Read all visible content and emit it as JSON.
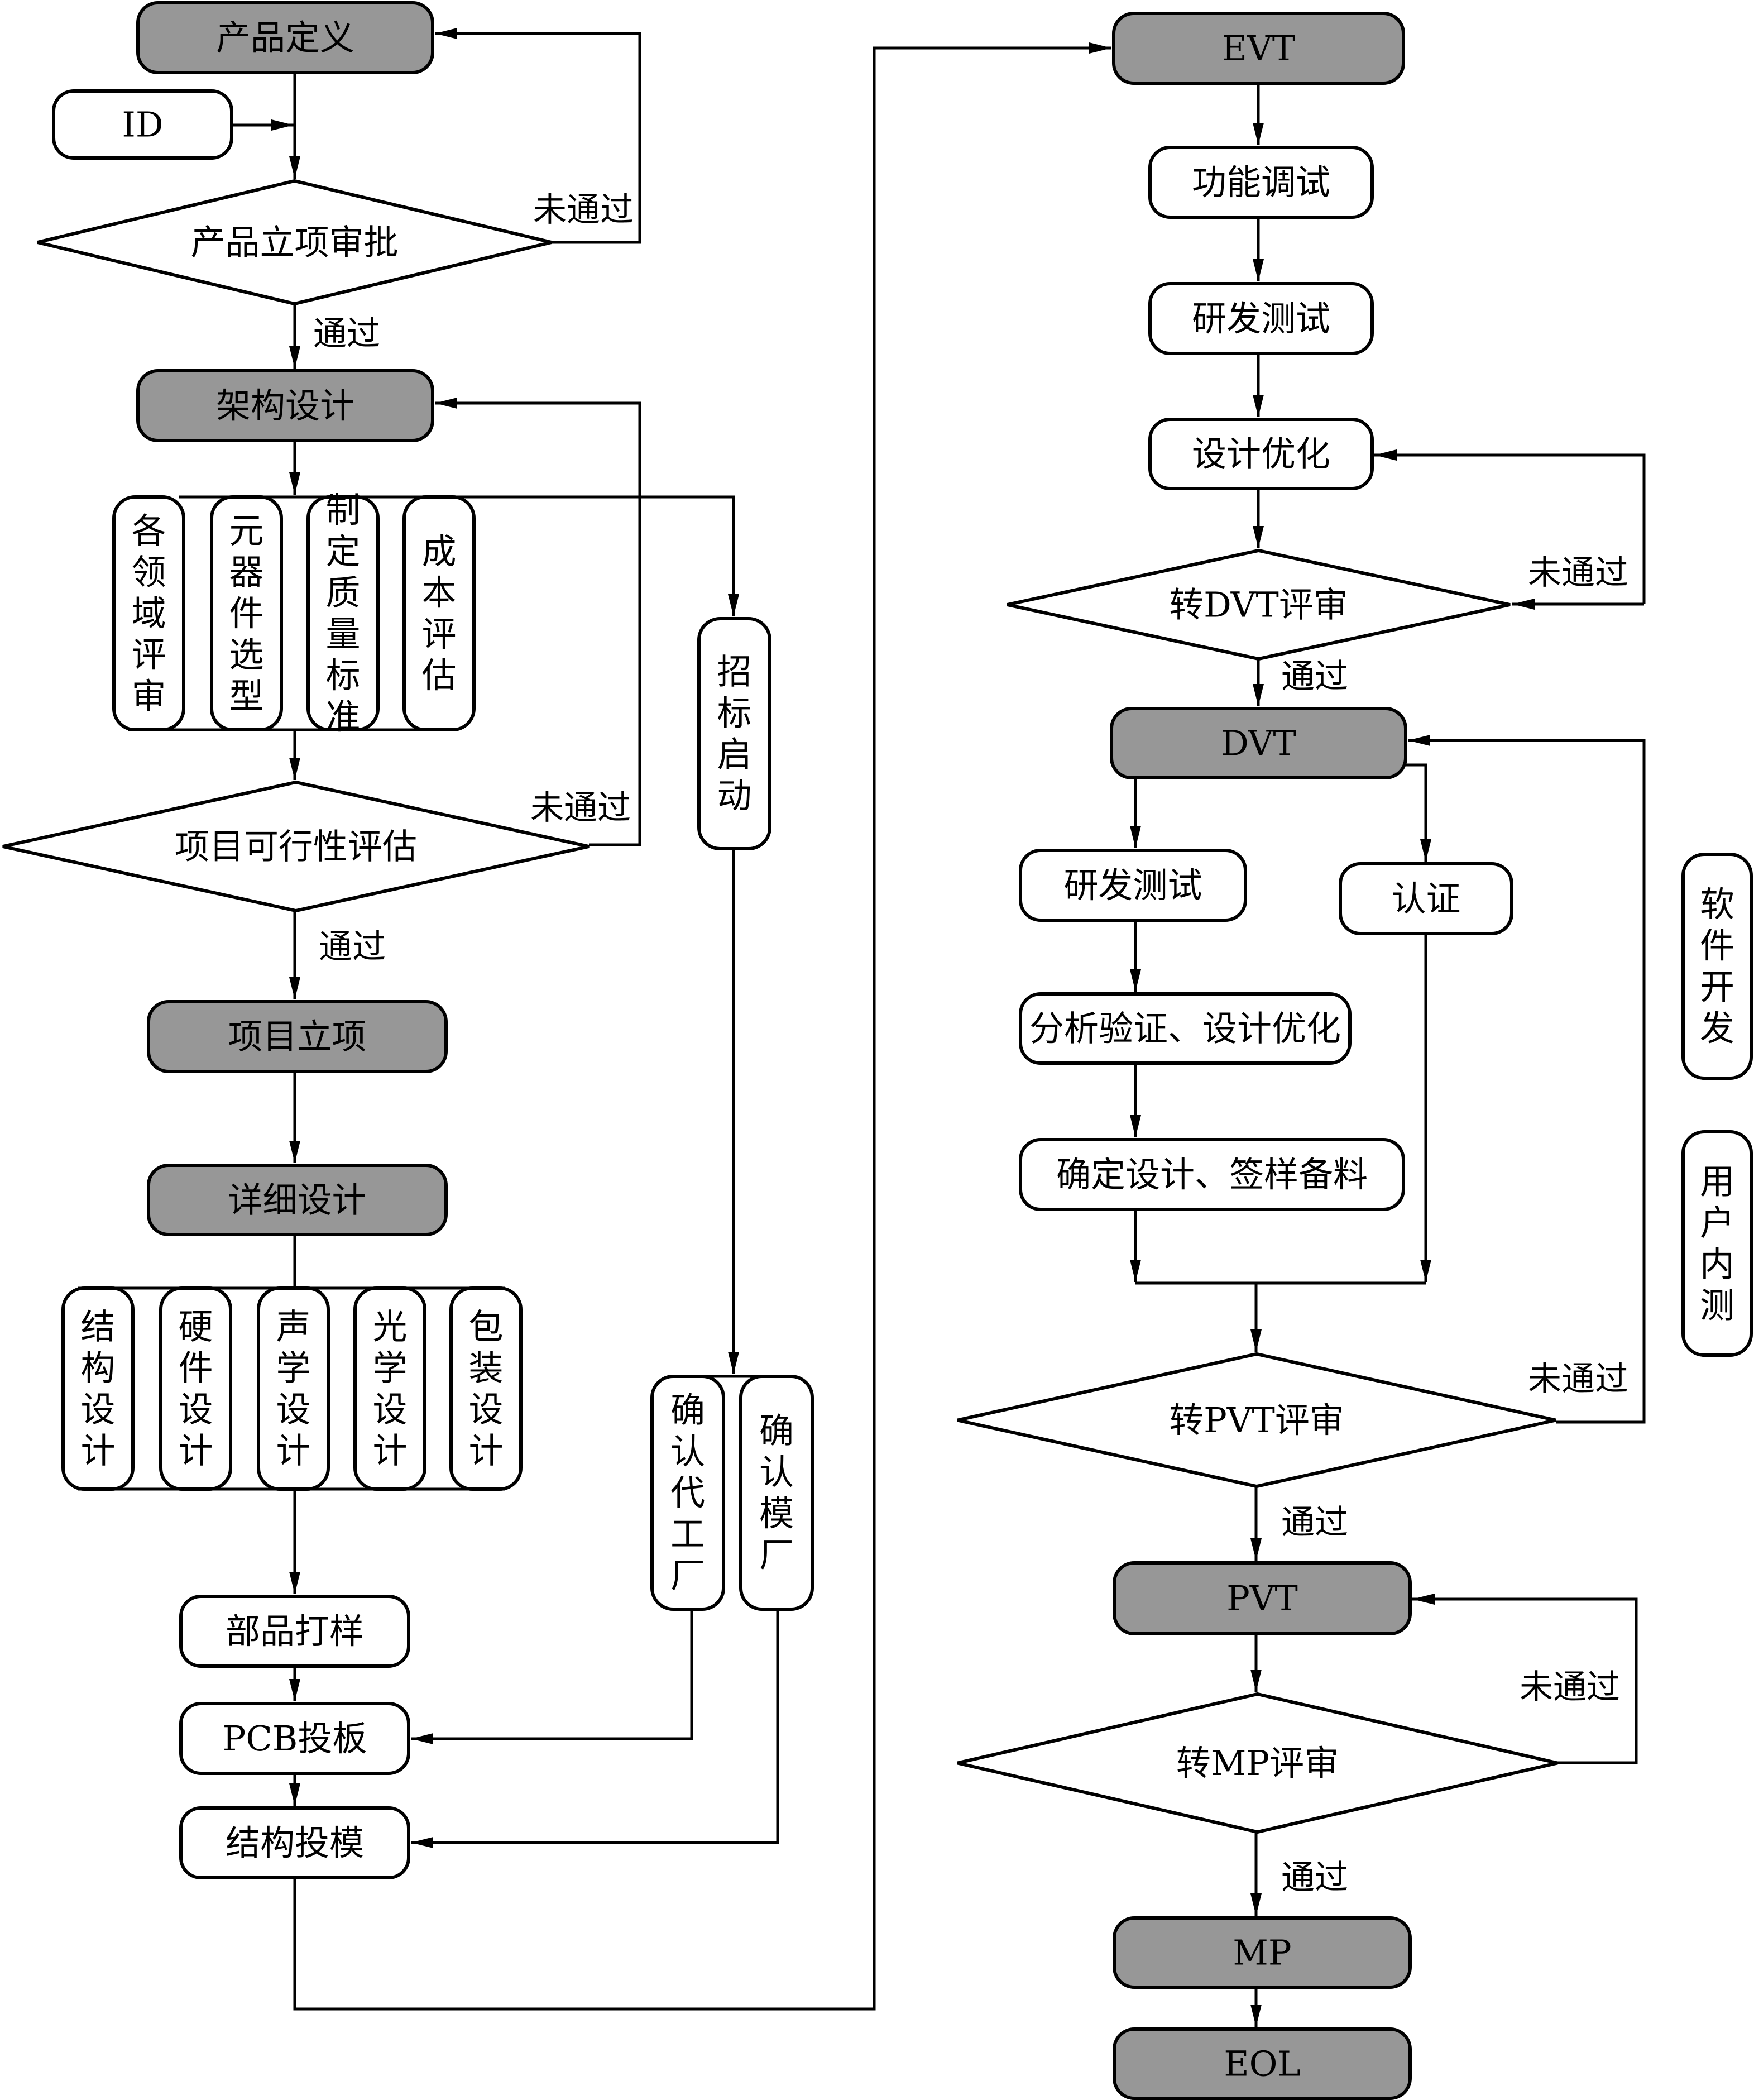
{
  "diagram": {
    "type": "flowchart",
    "nodes": {
      "product_definition": "产品定义",
      "id": "ID",
      "product_approval": "产品立项审批",
      "architecture_design": "架构设计",
      "arch_sub": [
        "各领域评审",
        "元器件选型",
        "制定质量标准",
        "成本评估"
      ],
      "tender_start": "招标启动",
      "feasibility": "项目可行性评估",
      "project_setup": "项目立项",
      "detailed_design": "详细设计",
      "detail_sub": [
        "结构设计",
        "硬件设计",
        "声学设计",
        "光学设计",
        "包装设计"
      ],
      "confirm_oem": "确认代工厂",
      "confirm_mold": "确认模厂",
      "part_sample": "部品打样",
      "pcb": "PCB投板",
      "mold": "结构投模",
      "evt": "EVT",
      "function_debug": "功能调试",
      "rd_test_evt": "研发测试",
      "design_opt": "设计优化",
      "to_dvt_review": "转DVT评审",
      "dvt": "DVT",
      "rd_test_dvt": "研发测试",
      "certification": "认证",
      "analysis": "分析验证、设计优化",
      "finalize": "确定设计、签样备料",
      "to_pvt_review": "转PVT评审",
      "pvt": "PVT",
      "to_mp_review": "转MP评审",
      "mp": "MP",
      "eol": "EOL",
      "software_dev": "软件开发",
      "user_test": "用户内测"
    },
    "edge_labels": {
      "pass": "通过",
      "fail": "未通过"
    },
    "colors": {
      "phase_fill": "#979797",
      "step_fill": "#ffffff",
      "stroke": "#000000"
    }
  }
}
